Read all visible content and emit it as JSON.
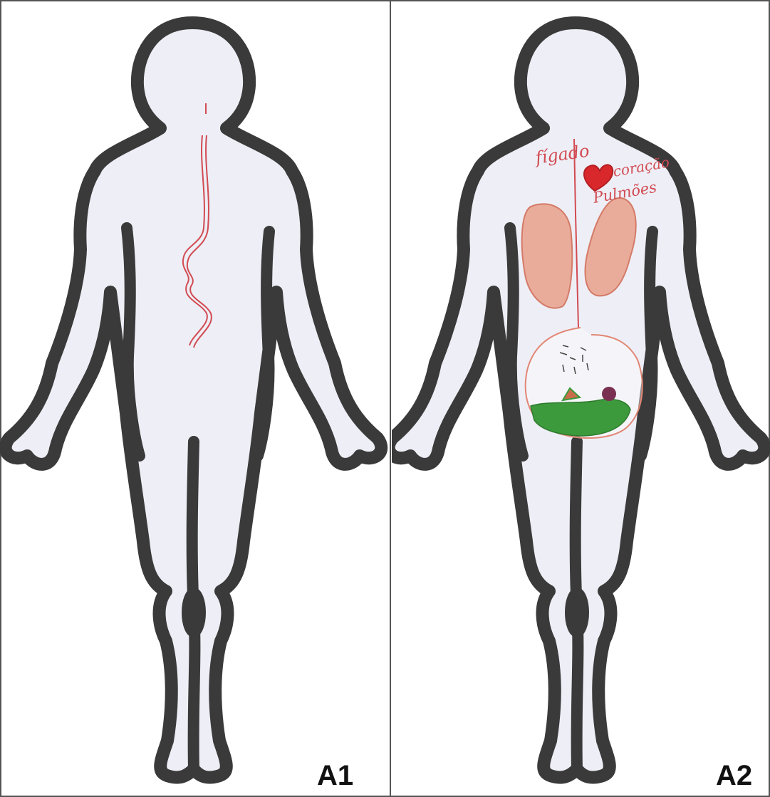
{
  "panels": [
    {
      "label": "A1"
    },
    {
      "label": "A2",
      "annotations": {
        "liver": "fígado",
        "heart": "coração",
        "lungs": "Pulmões"
      }
    }
  ],
  "colors": {
    "outline": "#3a3a3a",
    "body_fill": "#eeeff6",
    "frame": "#555555",
    "ink_red": "#d24a52",
    "lung_fill": "#e9a08a",
    "heart": "#d8282c",
    "grass": "#3c9a3c",
    "plum": "#7a3050"
  }
}
